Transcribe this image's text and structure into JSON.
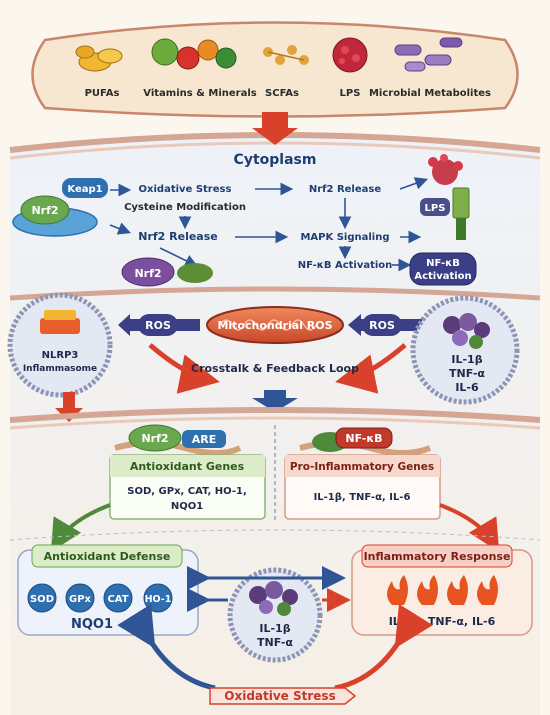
{
  "top": {
    "items": [
      "PUFAs",
      "Vitamins & Minerals",
      "SCFAs",
      "LPS",
      "Microbial Metabolites"
    ]
  },
  "cytoplasm": {
    "title": "Cytoplasm",
    "keap1": "Keap1",
    "nrf2_left": "Nrf2",
    "oxidative_stress": "Oxidative Stress",
    "cysteine_mod": "Cysteine Modification",
    "nrf2_release_left": "Nrf2 Release",
    "nrf2_release_right": "Nrf2 Release",
    "mapk": "MAPK Signaling",
    "nfkb_activation": "NF-κB Activation",
    "lps_receptor": "LPS",
    "nfkb_box_line1": "NF-κB",
    "nfkb_box_line2": "Activation",
    "nrf2_translocating": "Nrf2"
  },
  "mito": {
    "label": "Mitochondrial ROS",
    "ros_left": "ROS",
    "ros_right": "ROS",
    "crosstalk": "Crosstalk & Feedback Loop",
    "nlrp3_line1": "NLRP3",
    "nlrp3_line2": "Inflammasome",
    "cyt1": "IL-1β",
    "cyt2": "TNF-α",
    "cyt3": "IL-6"
  },
  "nucleus": {
    "nrf2": "Nrf2",
    "are": "ARE",
    "nfkb": "NF-κB",
    "antiox_title": "Antioxidant Genes",
    "antiox_line1": "SOD, GPx, CAT, HO-1,",
    "antiox_line2": "NQO1",
    "proinf_title": "Pro-Inflammatory Genes",
    "proinf_line": "IL-1β, TNF-α, IL-6"
  },
  "bottom": {
    "defense_title": "Antioxidant Defense",
    "enzymes": [
      "SOD",
      "GPx",
      "CAT",
      "HO-1"
    ],
    "nqo1": "NQO1",
    "inflam_title": "Inflammatory Response",
    "inflam_line": "IL-1β, TNF-α, IL-6",
    "center_cyt1": "IL-1β",
    "center_cyt2": "TNF-α",
    "oxidative_stress": "Oxidative Stress"
  },
  "colors": {
    "nrf2": "#6aa84f",
    "keap1": "#2e6fb0",
    "nfkb": "#c0392b",
    "arrow_red": "#d9412b",
    "arrow_blue": "#2f5597"
  }
}
